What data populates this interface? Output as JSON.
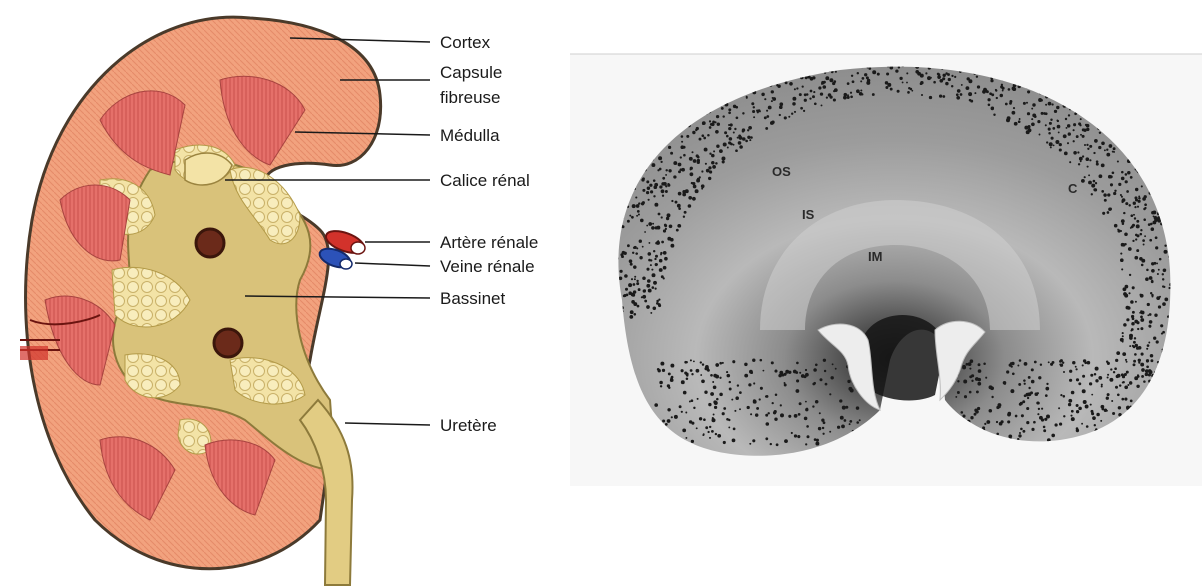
{
  "left_diagram": {
    "labels": {
      "cortex": "Cortex",
      "capsule_line1": "Capsule",
      "capsule_line2": "fibreuse",
      "medulla": "Médulla",
      "calice": "Calice rénal",
      "artere": "Artère rénale",
      "veine": "Veine rénale",
      "bassinet": "Bassinet",
      "uretere": "Uretère"
    }
  },
  "right_micrograph": {
    "labels": {
      "os": "OS",
      "is": "IS",
      "im": "IM",
      "c": "C"
    }
  }
}
